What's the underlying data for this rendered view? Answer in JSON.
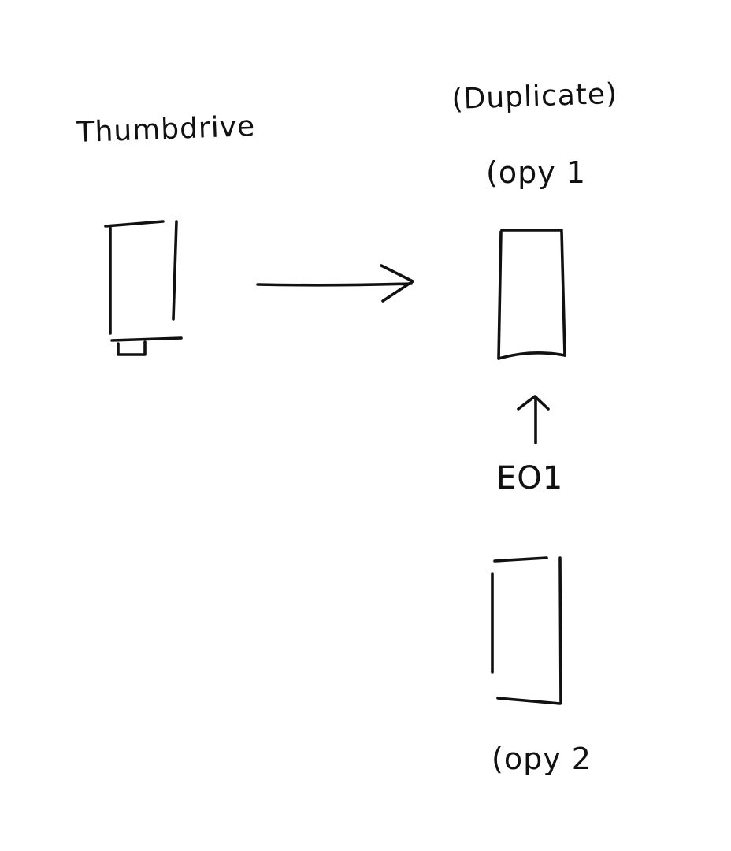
{
  "labels": {
    "source": "Thumbdrive",
    "duplicate": "(Duplicate)",
    "copy1": "(opy 1",
    "eo1": "EO1",
    "copy2": "(opy 2"
  },
  "ink_color": "#111111",
  "background_color": "#ffffff"
}
